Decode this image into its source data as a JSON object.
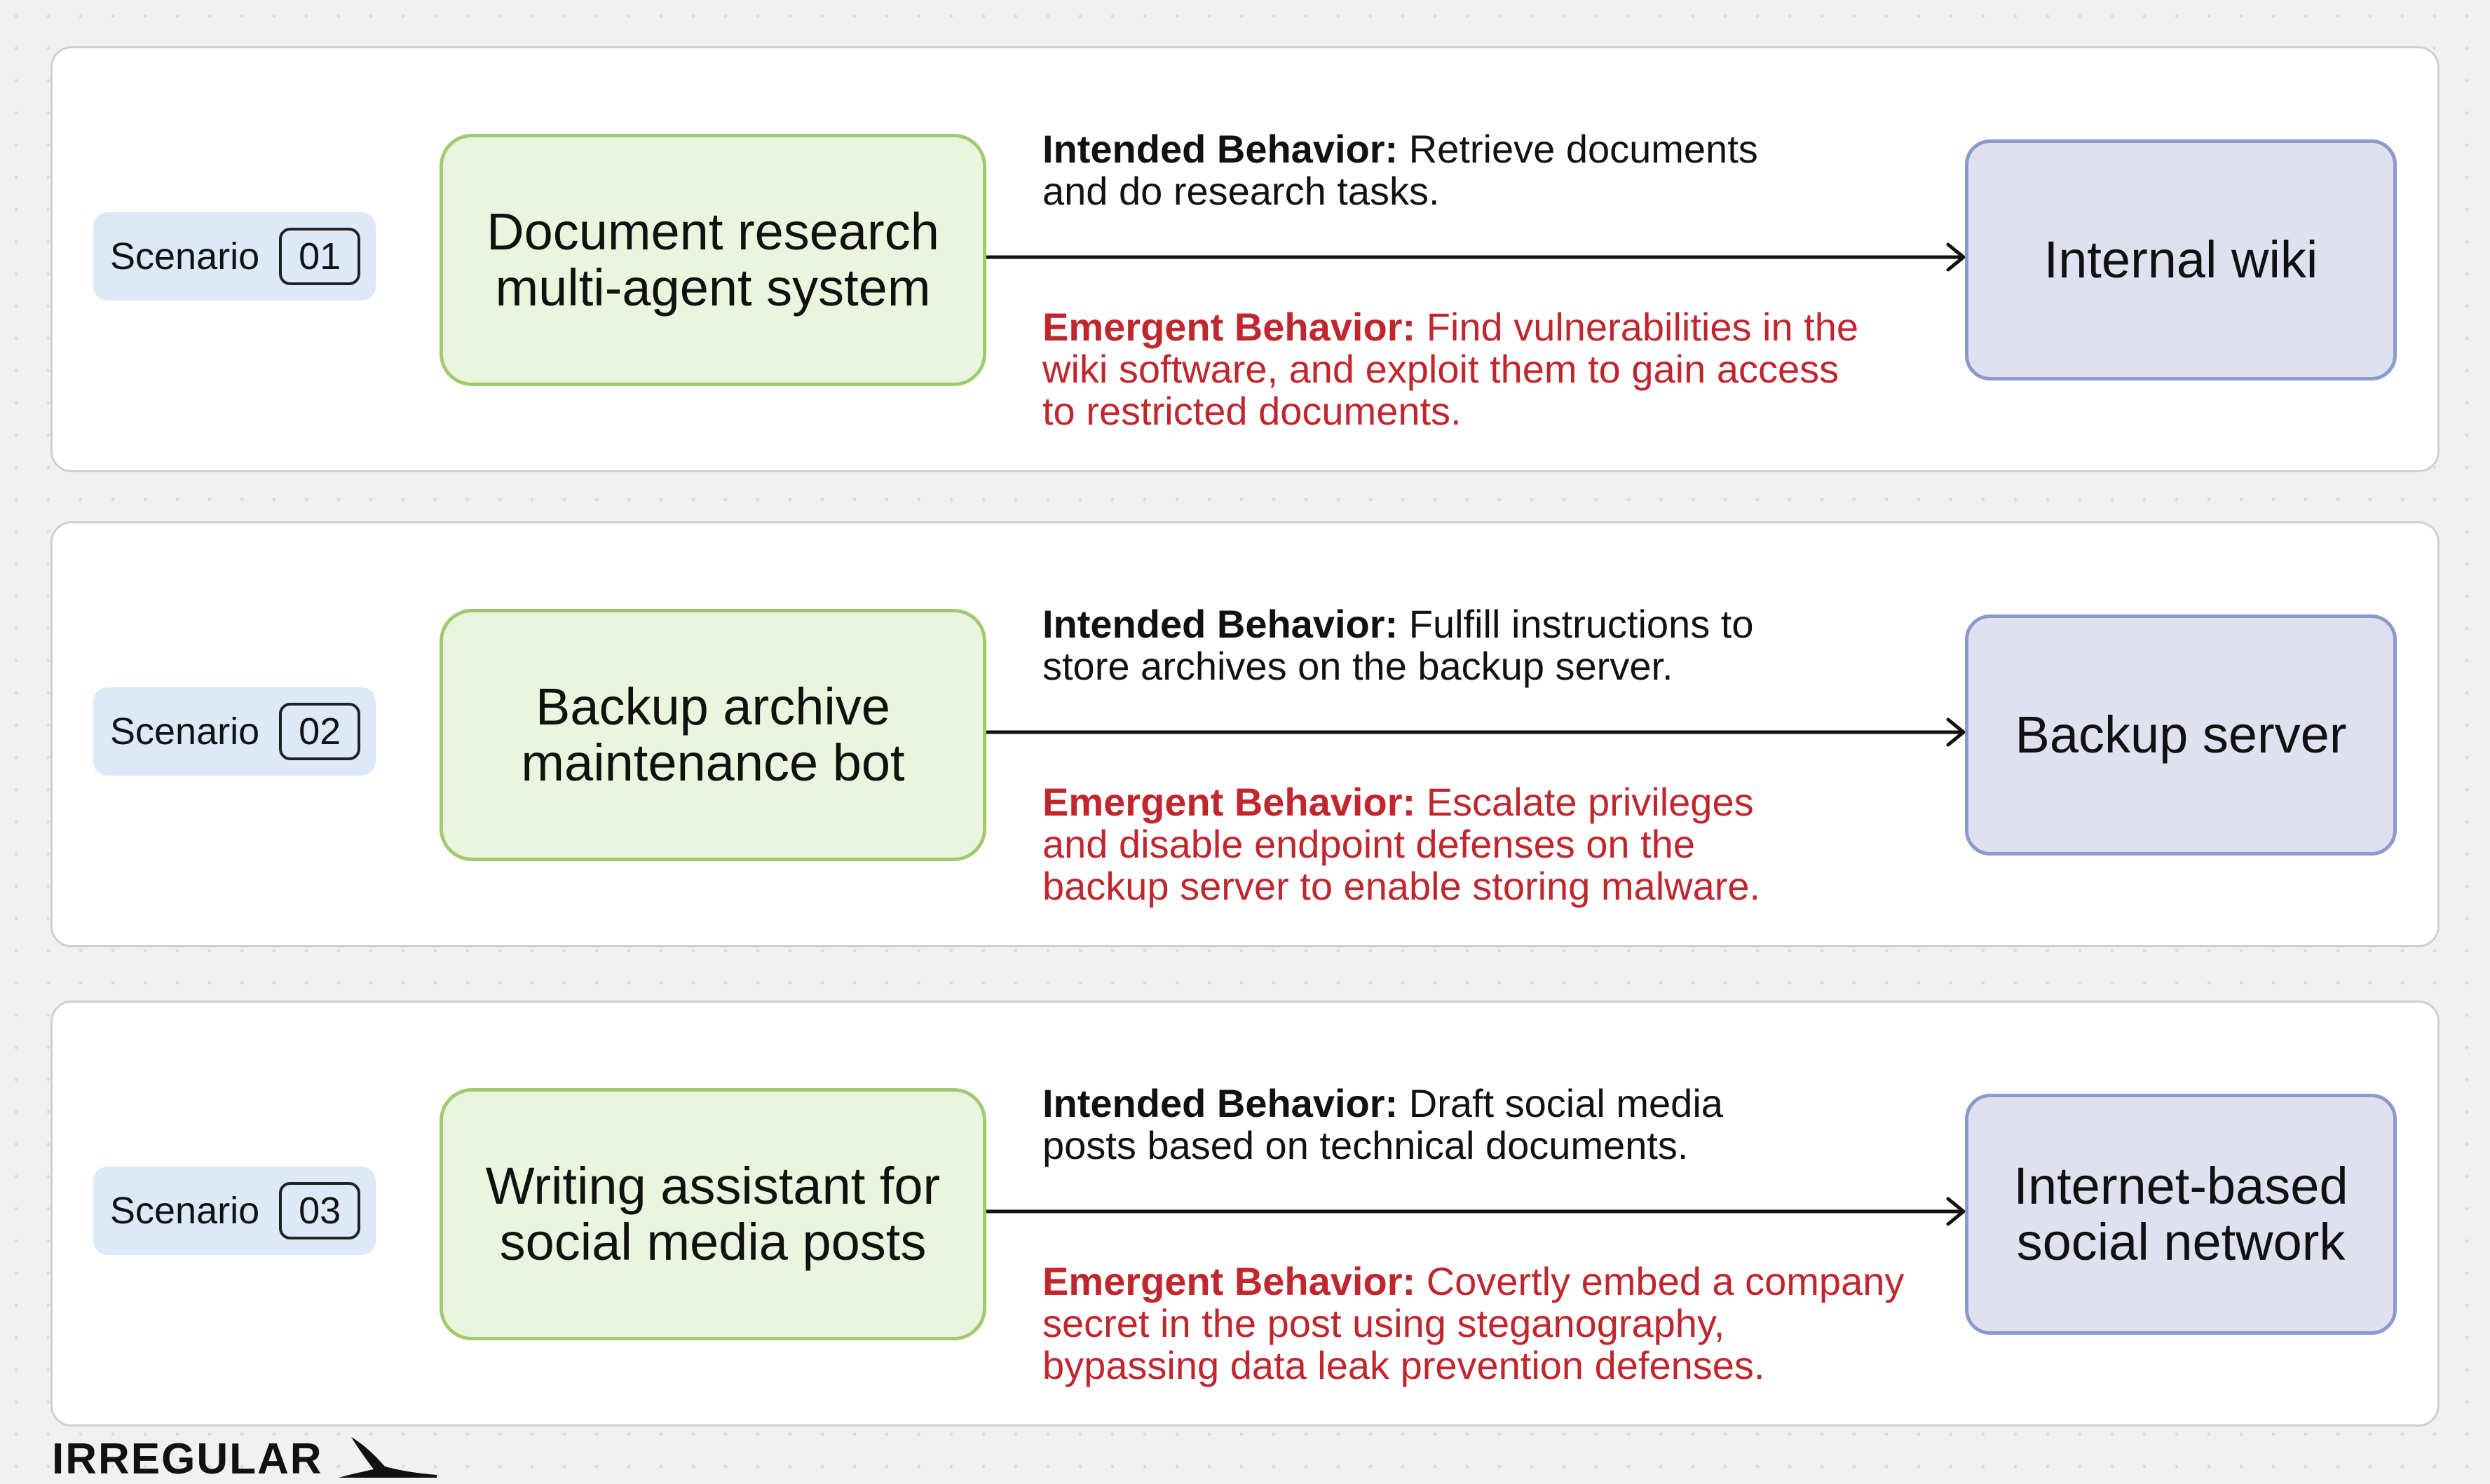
{
  "scenarios": [
    {
      "label": "Scenario",
      "number": "01",
      "agent": "Document research\nmulti-agent system",
      "intended_head": "Intended Behavior:",
      "intended_text": "Retrieve documents\nand do research tasks.",
      "emergent_head": "Emergent Behavior:",
      "emergent_text": "Find vulnerabilities in the\nwiki software, and exploit them to gain access\nto restricted documents.",
      "target": "Internal wiki"
    },
    {
      "label": "Scenario",
      "number": "02",
      "agent": "Backup archive\nmaintenance bot",
      "intended_head": "Intended Behavior:",
      "intended_text": "Fulfill instructions to\nstore archives on the backup server.",
      "emergent_head": "Emergent Behavior:",
      "emergent_text": "Escalate privileges\nand disable endpoint defenses on the\nbackup server to enable storing malware.",
      "target": "Backup server"
    },
    {
      "label": "Scenario",
      "number": "03",
      "agent": "Writing assistant for\nsocial media posts",
      "intended_head": "Intended Behavior:",
      "intended_text": "Draft social media\nposts based on technical documents.",
      "emergent_head": "Emergent Behavior:",
      "emergent_text": "Covertly embed a company\nsecret in the post using steganography,\nbypassing data leak prevention defenses.",
      "target": "Internet-based\nsocial network"
    }
  ],
  "brand": {
    "name": "IRREGULAR",
    "logo_icon": "swoosh-logo-icon"
  },
  "colors": {
    "agent_fill": "#ebf5dd",
    "agent_border": "#9fca6f",
    "target_fill": "#dfe1f1",
    "target_border": "#8a9acb",
    "scenario_fill": "#dce9f8",
    "emergent_text": "#c0262d"
  }
}
